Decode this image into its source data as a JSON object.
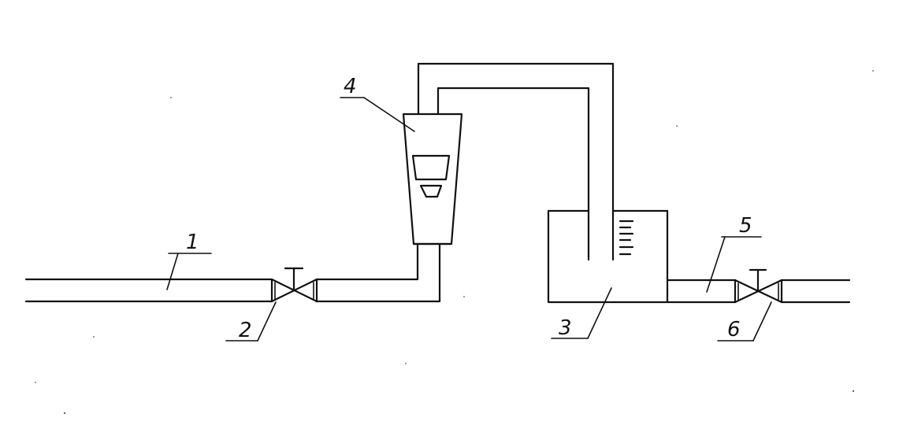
{
  "callouts": [
    {
      "id": "pipe-inlet",
      "label": "1"
    },
    {
      "id": "valve-inlet",
      "label": "2"
    },
    {
      "id": "tank",
      "label": "3"
    },
    {
      "id": "rotameter",
      "label": "4"
    },
    {
      "id": "pipe-outlet",
      "label": "5"
    },
    {
      "id": "valve-outlet",
      "label": "6"
    }
  ]
}
